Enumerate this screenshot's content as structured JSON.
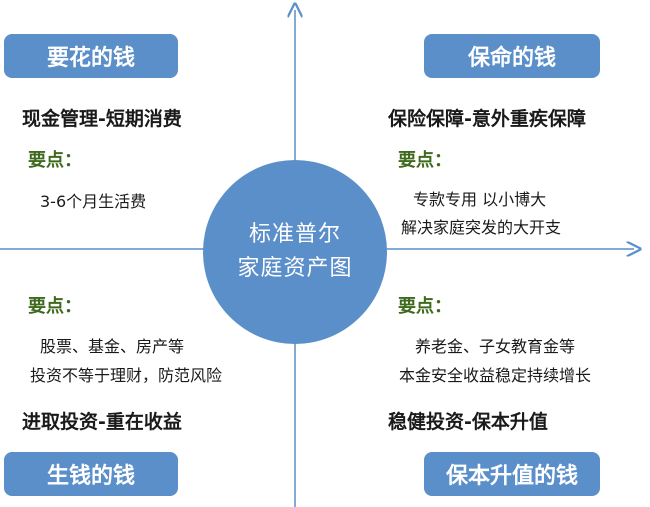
{
  "center": {
    "line1": "标准普尔",
    "line2": "家庭资产图"
  },
  "quadrants": {
    "top_left": {
      "tag": "要花的钱",
      "heading": "现金管理-短期消费",
      "key_label": "要点：",
      "lines": [
        "3-6个月生活费"
      ]
    },
    "top_right": {
      "tag": "保命的钱",
      "heading": "保险保障-意外重疾保障",
      "key_label": "要点：",
      "lines": [
        "专款专用 以小博大",
        "解决家庭突发的大开支"
      ]
    },
    "bottom_left": {
      "tag": "生钱的钱",
      "heading": "进取投资-重在收益",
      "key_label": "要点：",
      "lines": [
        "股票、基金、房产等",
        "投资不等于理财，防范风险"
      ]
    },
    "bottom_right": {
      "tag": "保本升值的钱",
      "heading": "稳健投资-保本升值",
      "key_label": "要点：",
      "lines": [
        "养老金、子女教育金等",
        "本金安全收益稳定持续增长"
      ]
    }
  },
  "colors": {
    "accent": "#5b8fc9",
    "key": "#3f6a1e",
    "axis": "#5b8fc9"
  }
}
